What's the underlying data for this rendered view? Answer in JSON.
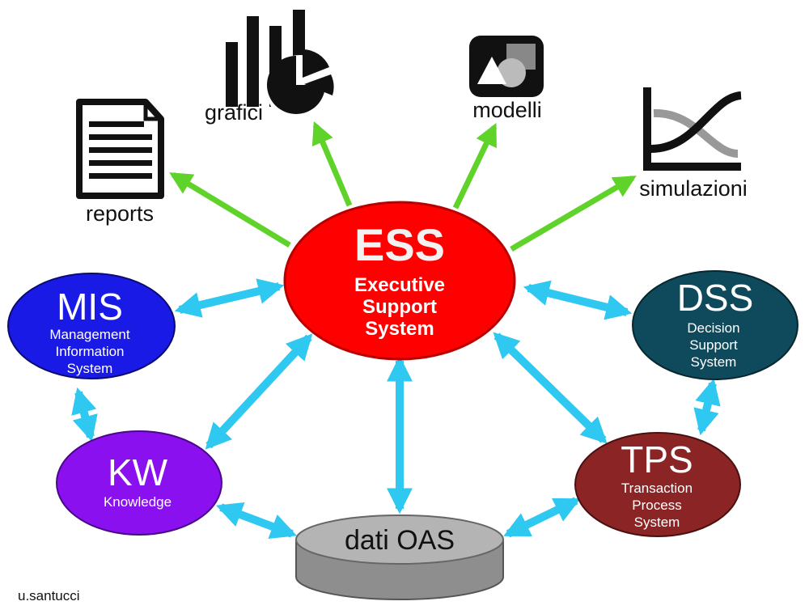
{
  "center": {
    "abbr": "ESS",
    "lines": [
      "Executive",
      "Support",
      "System"
    ]
  },
  "outputs": {
    "reports": "reports",
    "grafici": "grafici",
    "modelli": "modelli",
    "simulazioni": "simulazioni"
  },
  "systems": {
    "mis": {
      "abbr": "MIS",
      "lines": [
        "Management",
        "Information",
        "System"
      ]
    },
    "dss": {
      "abbr": "DSS",
      "lines": [
        "Decision",
        "Support",
        "System"
      ]
    },
    "kw": {
      "abbr": "KW",
      "lines": [
        "Knowledge"
      ]
    },
    "tps": {
      "abbr": "TPS",
      "lines": [
        "Transaction",
        "Process",
        "System"
      ]
    }
  },
  "database": {
    "label": "dati OAS"
  },
  "credit": "u.santucci",
  "colors": {
    "ess": "#ff0000",
    "mis": "#1a1ae6",
    "dss": "#0e4a5c",
    "kw": "#8a10f0",
    "tps": "#8b2525",
    "database": "#a6a6a6",
    "green_arrow": "#5fd32a",
    "blue_arrow": "#2ec8f0"
  }
}
